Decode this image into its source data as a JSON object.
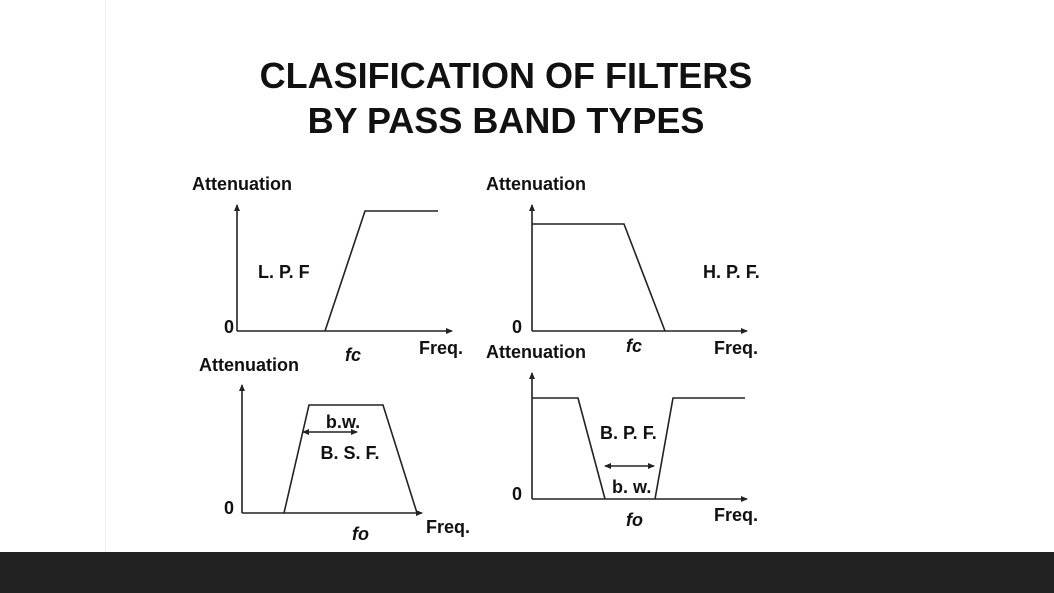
{
  "slide": {
    "title_line1": "CLASIFICATION OF FILTERS",
    "title_line2": "BY PASS BAND TYPES"
  },
  "diagrams": {
    "lpf": {
      "y_label": "Attenuation",
      "x_label": "Freq.",
      "origin": "0",
      "name": "L. P. F",
      "freq_mark": "fc"
    },
    "hpf": {
      "y_label": "Attenuation",
      "x_label": "Freq.",
      "origin": "0",
      "name": "H. P. F.",
      "freq_mark": "fc"
    },
    "bsf": {
      "y_label": "Attenuation",
      "x_label": "Freq.",
      "origin": "0",
      "name": "B. S. F.",
      "freq_mark": "fo",
      "bandwidth": "b.w."
    },
    "bpf": {
      "y_label": "Attenuation",
      "x_label": "Freq.",
      "origin": "0",
      "name": "B. P. F.",
      "freq_mark": "fo",
      "bandwidth": "b. w."
    }
  }
}
